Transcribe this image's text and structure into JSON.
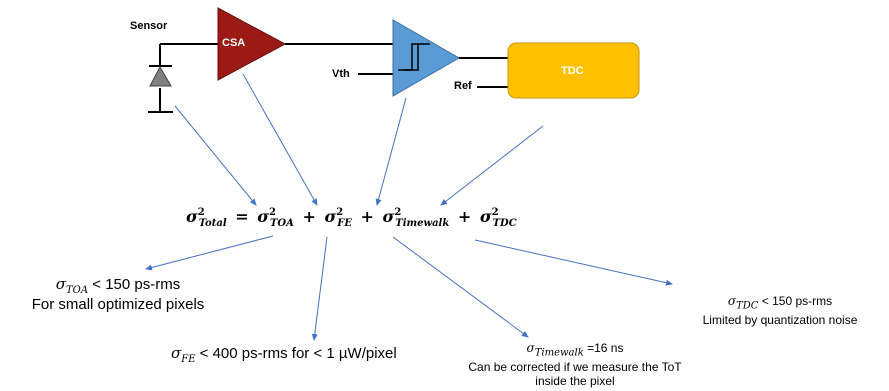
{
  "labels": {
    "sensor": "Sensor",
    "csa": "CSA",
    "vth": "Vth",
    "ref": "Ref",
    "tdc": "TDC"
  },
  "equation": {
    "lhs_sub": "Total",
    "eq": "=",
    "t1": "TOA",
    "plus": "+",
    "t2": "FE",
    "t3": "Timewalk",
    "t4": "TDC",
    "sigma": "σ",
    "sq": "2"
  },
  "notes": {
    "toa": {
      "sub": "TOA",
      "rest": " < 150 ps-rms",
      "line2": "For small optimized pixels"
    },
    "fe": {
      "sub": "FE",
      "rest": " < 400 ps-rms for  < 1 µW/pixel"
    },
    "timewalk": {
      "sub": "Timewalk",
      "rest": " =16 ns",
      "line2": "Can be corrected if we measure the ToT",
      "line3": "inside the pixel"
    },
    "tdc": {
      "sub": "TDC",
      "rest": " < 150 ps-rms",
      "line2": "Limited by quantization noise"
    }
  },
  "colors": {
    "csa_fill": "#9b1a16",
    "comparator_fill": "#5b9bd5",
    "tdc_fill": "#ffc000",
    "arrow": "#4472c4"
  }
}
